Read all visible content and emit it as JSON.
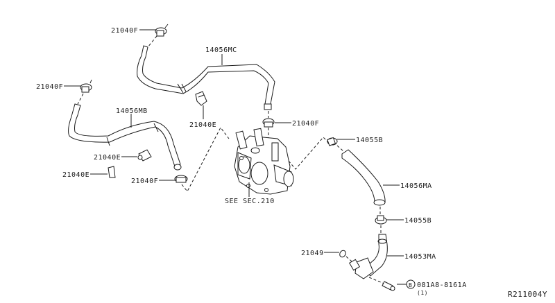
{
  "diagram": {
    "title": "Water Hose & Piping Parts Diagram",
    "diagram_code": "R211004Y",
    "parts": [
      {
        "id": "clamp-top",
        "label": "21040F"
      },
      {
        "id": "hose-top",
        "label": "14056MC"
      },
      {
        "id": "clamp-left",
        "label": "21040F"
      },
      {
        "id": "hose-left",
        "label": "14056MB"
      },
      {
        "id": "clip-mid",
        "label": "21040E"
      },
      {
        "id": "clip-left1",
        "label": "21040E"
      },
      {
        "id": "clip-left2",
        "label": "21040E"
      },
      {
        "id": "clamp-lower-left",
        "label": "21040F"
      },
      {
        "id": "clamp-center",
        "label": "21040F"
      },
      {
        "id": "housing",
        "label": "SEE SEC.210"
      },
      {
        "id": "clamp-right-top",
        "label": "14055B"
      },
      {
        "id": "hose-right",
        "label": "14056MA"
      },
      {
        "id": "clamp-right-bottom",
        "label": "14055B"
      },
      {
        "id": "oring",
        "label": "21049"
      },
      {
        "id": "pipe",
        "label": "14053MA"
      },
      {
        "id": "bolt",
        "label": "081A8-8161A",
        "qty": "(1)",
        "badge": "B"
      }
    ]
  }
}
